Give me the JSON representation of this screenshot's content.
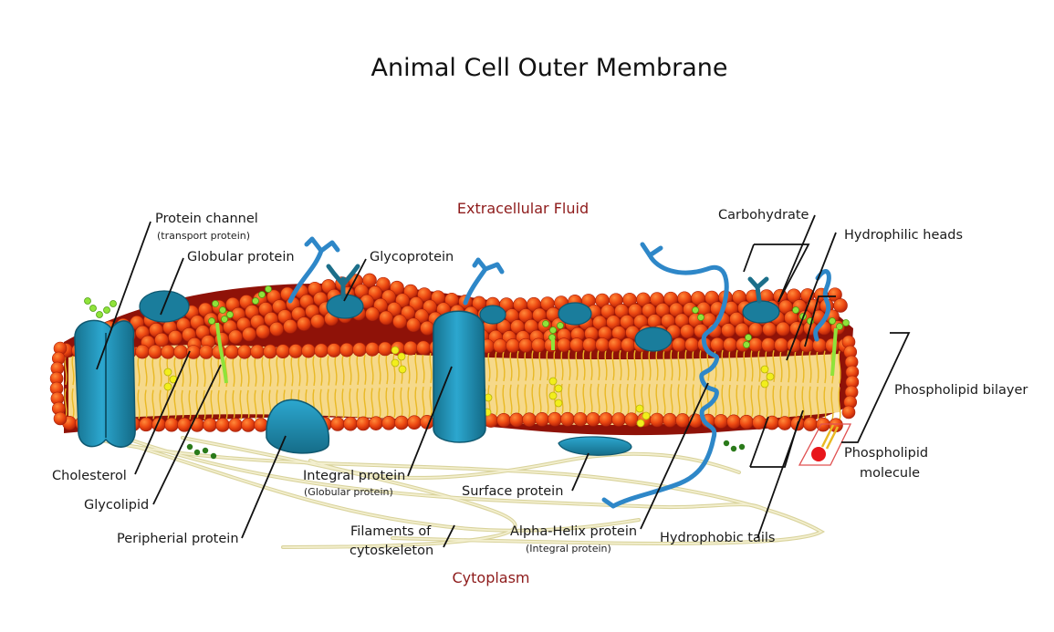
{
  "title": "Animal Cell Outer Membrane",
  "regions": {
    "extracellular": "Extracellular Fluid",
    "cytoplasm": "Cytoplasm"
  },
  "labels": {
    "protein_channel": "Protein channel",
    "protein_channel_sub": "(transport protein)",
    "globular_protein": "Globular protein",
    "glycoprotein": "Glycoprotein",
    "carbohydrate": "Carbohydrate",
    "hydrophilic_heads": "Hydrophilic heads",
    "phospholipid_bilayer": "Phospholipid bilayer",
    "phospholipid_molecule_1": "Phospholipid",
    "phospholipid_molecule_2": "molecule",
    "cholesterol": "Cholesterol",
    "glycolipid": "Glycolipid",
    "peripheral_protein": "Peripherial protein",
    "integral_protein": "Integral protein",
    "integral_protein_sub": "(Globular protein)",
    "surface_protein": "Surface protein",
    "filaments_1": "Filaments of",
    "filaments_2": "cytoskeleton",
    "alpha_helix_protein": "Alpha-Helix protein",
    "alpha_helix_sub": "(Integral protein)",
    "hydrophobic_tails": "Hydrophobic tails"
  },
  "colors": {
    "head_outer": "#c7280b",
    "head_inner": "#f25a16",
    "interior": "#8f1208",
    "tail": "#e9b925",
    "protein": "#1b8fb8",
    "protein_dark": "#17647d",
    "helix": "#2e87c8",
    "glycolipid": "#8fe33a",
    "cholesterol": "#f2ee1c",
    "filament": "#e9e4b7",
    "region_text": "#8e1b1b"
  }
}
